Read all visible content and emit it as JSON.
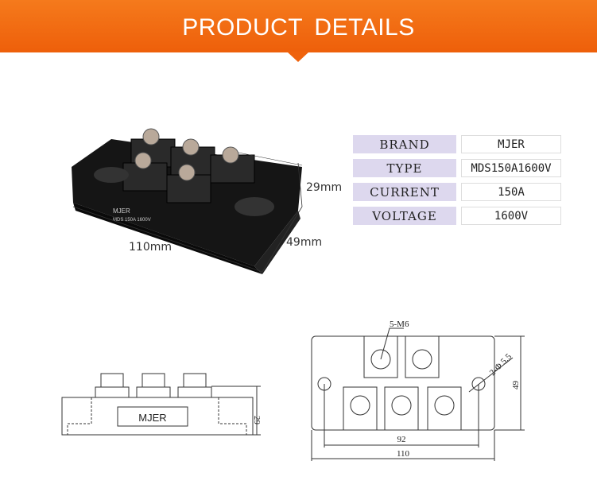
{
  "header": {
    "title": "PRODUCT  DETAILS",
    "color": "#f26a10"
  },
  "photo": {
    "dimensions": {
      "length": "110mm",
      "width": "49mm",
      "height": "29mm"
    },
    "label_text": [
      "MJER",
      "MDS 150A 1600V"
    ]
  },
  "specs": [
    {
      "label": "BRAND",
      "value": "MJER"
    },
    {
      "label": "TYPE",
      "value": "MDS150A1600V"
    },
    {
      "label": "CURRENT",
      "value": "150A"
    },
    {
      "label": "VOLTAGE",
      "value": "1600V"
    }
  ],
  "side_drawing": {
    "label": "MJER",
    "height_dim": "29"
  },
  "top_drawing": {
    "screw_note": "5-M6",
    "hole_note": "2-Φ 5.5",
    "hole_spacing": "92",
    "length": "110",
    "width": "49"
  }
}
